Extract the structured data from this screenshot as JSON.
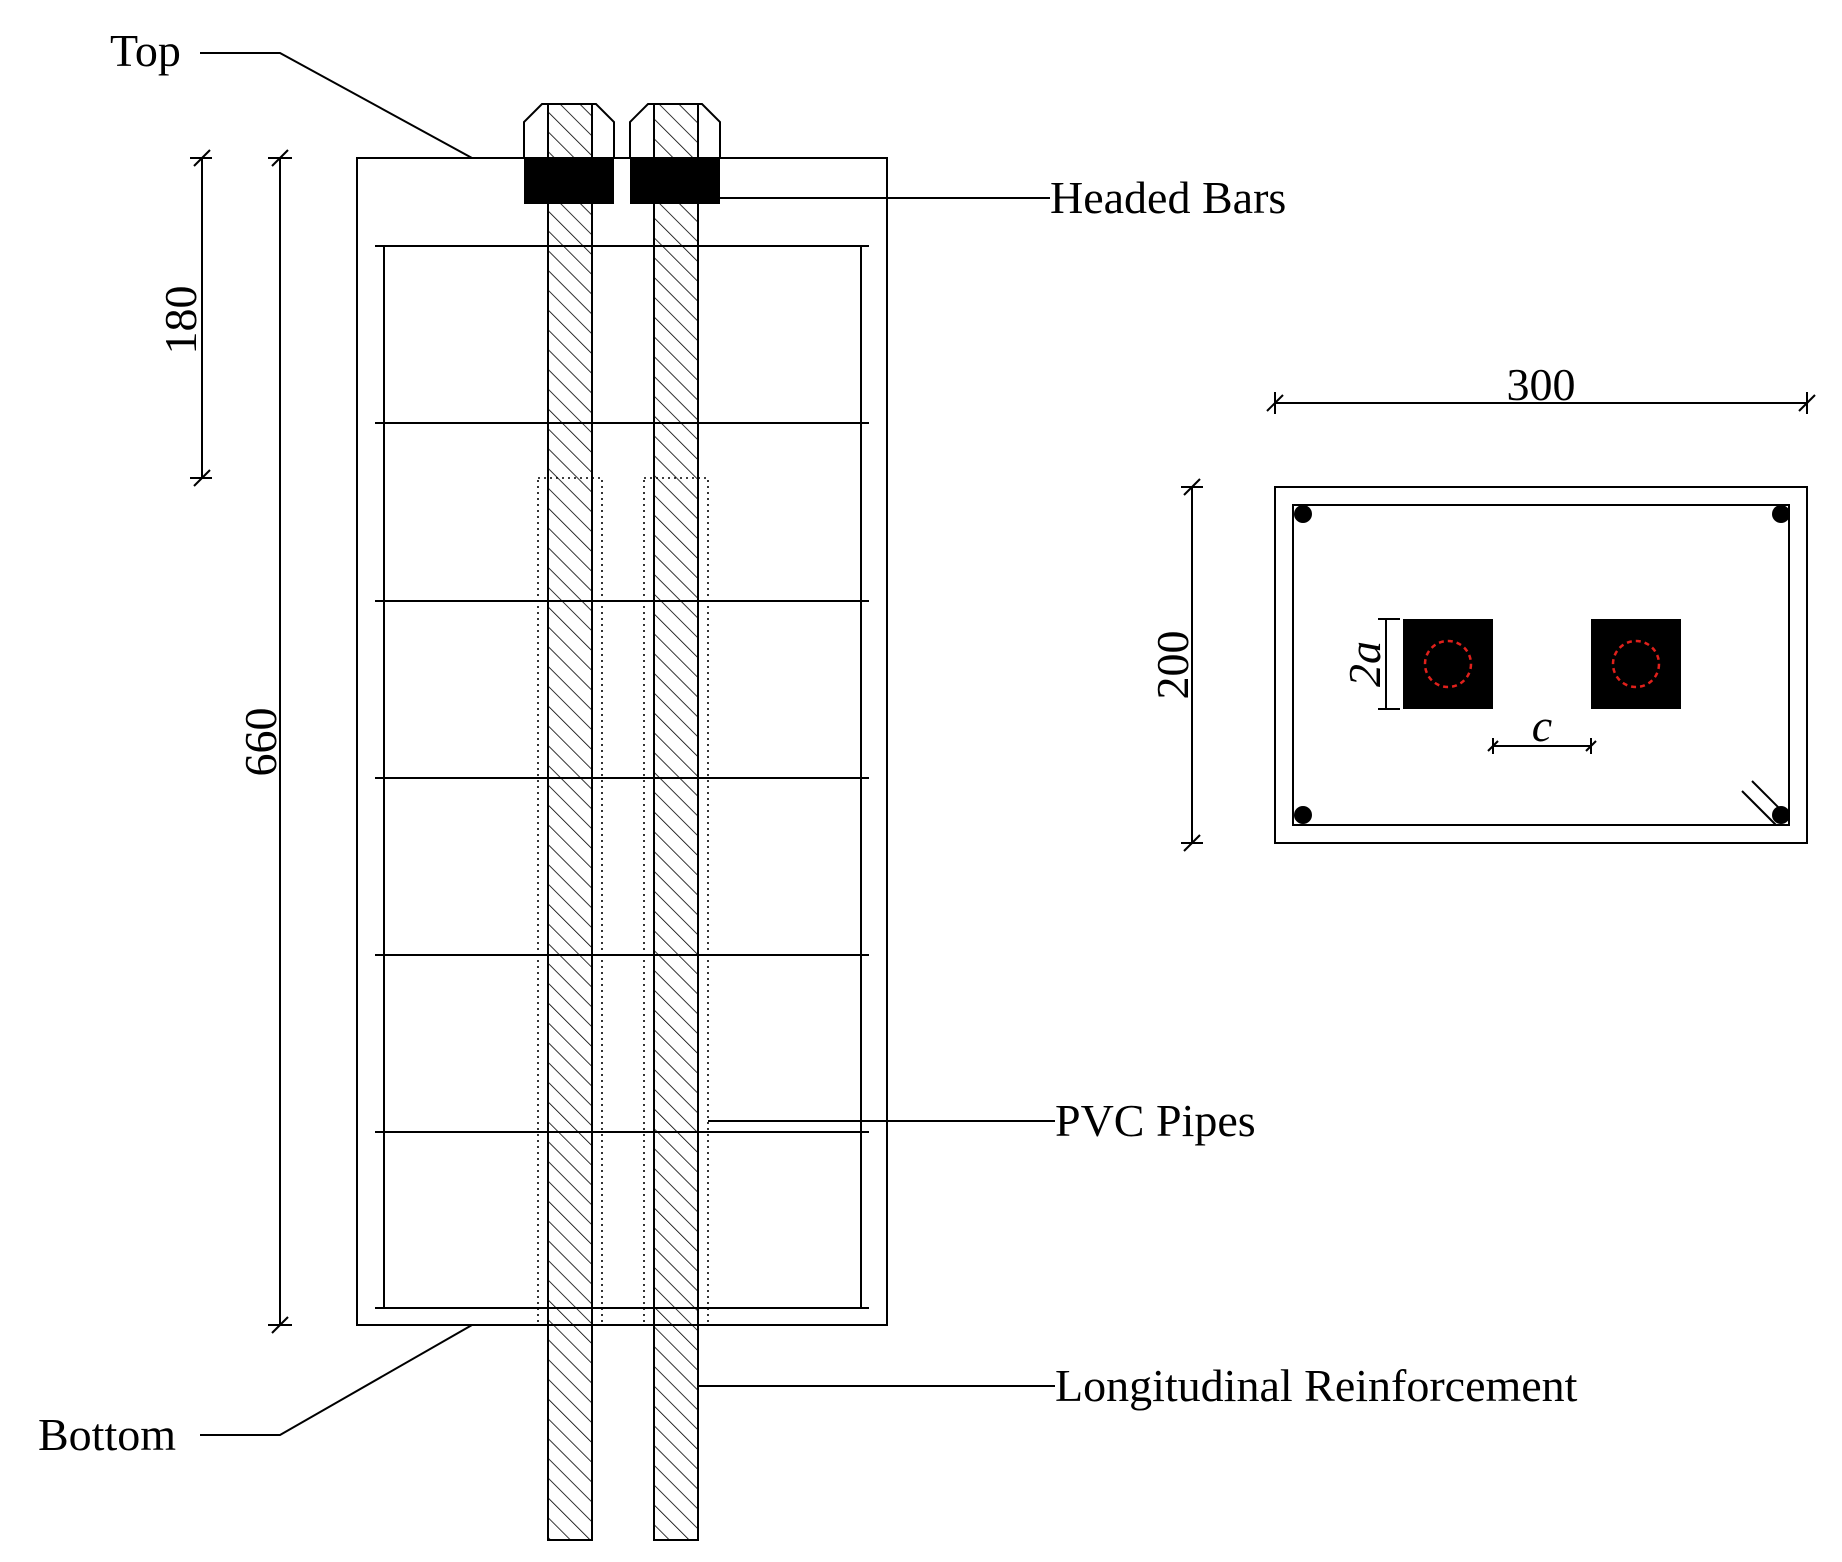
{
  "labels": {
    "top": "Top",
    "bottom": "Bottom",
    "headed_bars": "Headed Bars",
    "pvc_pipes": "PVC Pipes",
    "longitudinal_reinforcement": "Longitudinal Reinforcement"
  },
  "dimensions": {
    "embedment": "180",
    "length": "660",
    "width": "300",
    "depth": "200",
    "head_size": "2a",
    "spacing": "c"
  },
  "colors": {
    "line": "#000000",
    "head_fill": "#000000",
    "bar_circle": "#e0201b"
  }
}
